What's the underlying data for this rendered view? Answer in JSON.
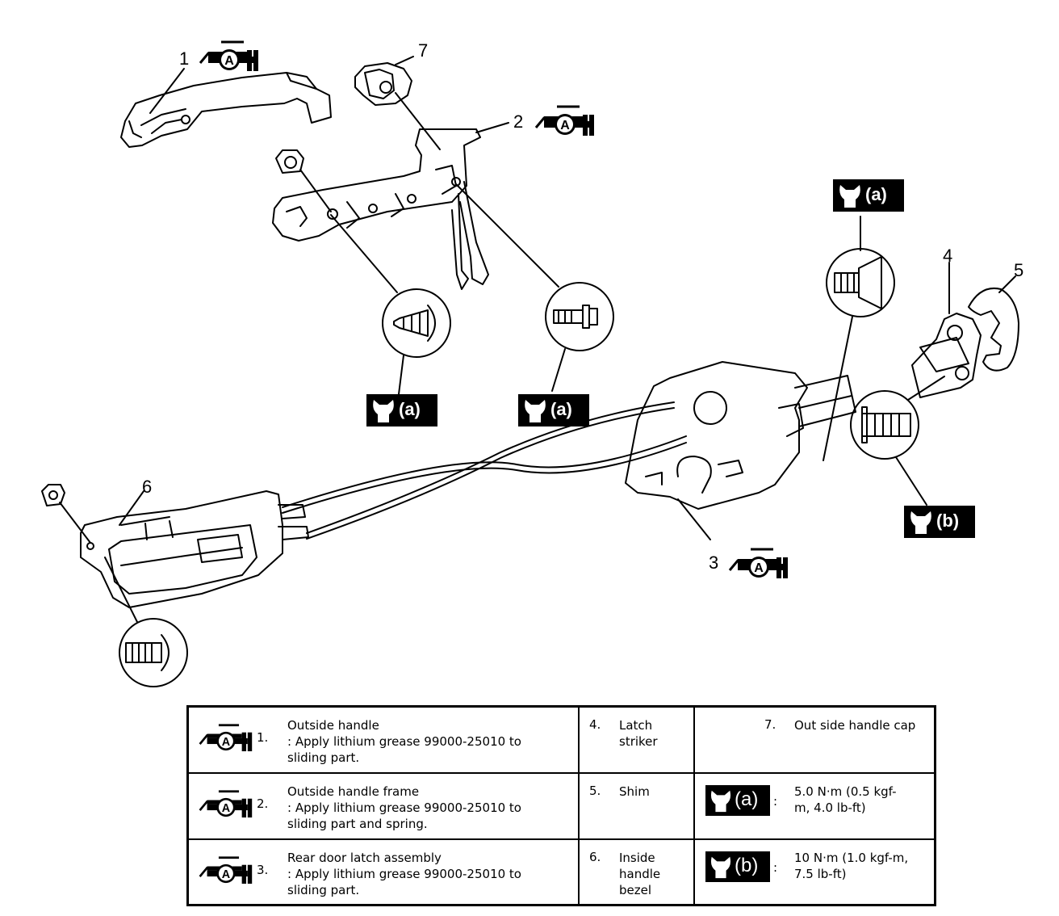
{
  "callouts": {
    "c1": "1",
    "c2": "2",
    "c3": "3",
    "c4": "4",
    "c5": "5",
    "c6": "6",
    "c7": "7"
  },
  "torque_badges": {
    "a": "(a)",
    "b": "(b)"
  },
  "grease_symbol_letter": "A",
  "table": {
    "rows": [
      {
        "left": {
          "num": "1.",
          "name": "Outside handle",
          "note_1": ": Apply lithium grease 99000-25010 to",
          "note_2": "sliding part."
        },
        "mid": {
          "num": "4.",
          "line_1": "Latch",
          "line_2": "striker",
          "line_3": ""
        },
        "right": {
          "num": "7.",
          "text": "Out side handle cap"
        }
      },
      {
        "left": {
          "num": "2.",
          "name": "Outside handle frame",
          "note_1": ": Apply lithium grease 99000-25010 to",
          "note_2": "sliding part and spring."
        },
        "mid": {
          "num": "5.",
          "line_1": "Shim",
          "line_2": "",
          "line_3": ""
        },
        "right": {
          "badge": "(a)",
          "colon": ":",
          "line_1": "5.0 N·m (0.5 kgf-",
          "line_2": "m, 4.0 lb-ft)"
        }
      },
      {
        "left": {
          "num": "3.",
          "name": "Rear door latch assembly",
          "note_1": ": Apply lithium grease 99000-25010 to",
          "note_2": "sliding part."
        },
        "mid": {
          "num": "6.",
          "line_1": "Inside",
          "line_2": "handle",
          "line_3": "bezel"
        },
        "right": {
          "badge": "(b)",
          "colon": ":",
          "line_1": "10 N·m (1.0 kgf-m,",
          "line_2": "7.5 lb-ft)"
        }
      }
    ]
  }
}
